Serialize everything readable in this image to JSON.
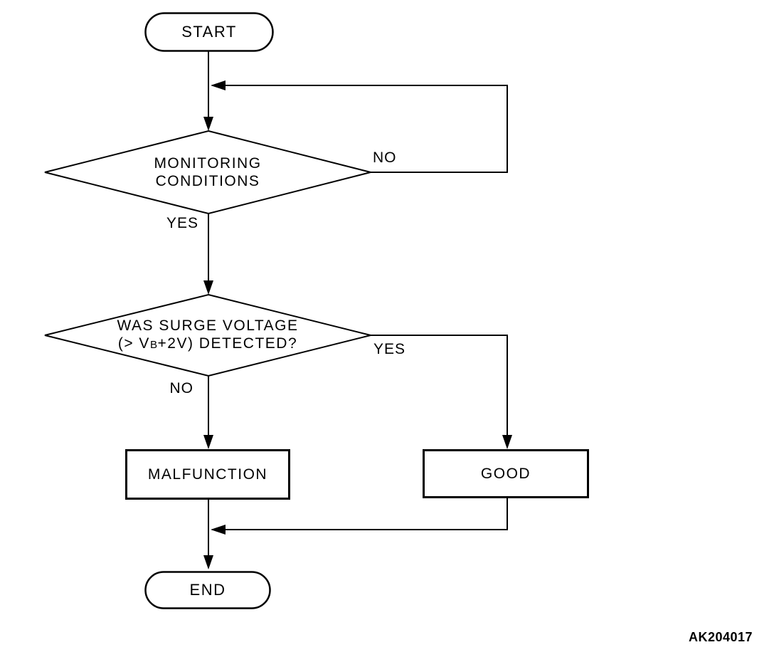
{
  "diagram": {
    "type": "flowchart",
    "code": "AK204017",
    "colors": {
      "line": "#000000",
      "background": "#ffffff",
      "text": "#000000"
    },
    "nodes": {
      "start": {
        "label": "START",
        "shape": "terminal"
      },
      "monitoring": {
        "line1": "MONITORING",
        "line2": "CONDITIONS",
        "shape": "decision"
      },
      "surge": {
        "line1": "WAS SURGE VOLTAGE",
        "line2_pre": "(> V",
        "line2_sub": "B",
        "line2_post": "+2V) DETECTED?",
        "shape": "decision"
      },
      "malfunction": {
        "label": "MALFUNCTION",
        "shape": "process"
      },
      "good": {
        "label": "GOOD",
        "shape": "process"
      },
      "end": {
        "label": "END",
        "shape": "terminal"
      }
    },
    "edge_labels": {
      "monitoring_no": "NO",
      "monitoring_yes": "YES",
      "surge_yes": "YES",
      "surge_no": "NO"
    }
  }
}
